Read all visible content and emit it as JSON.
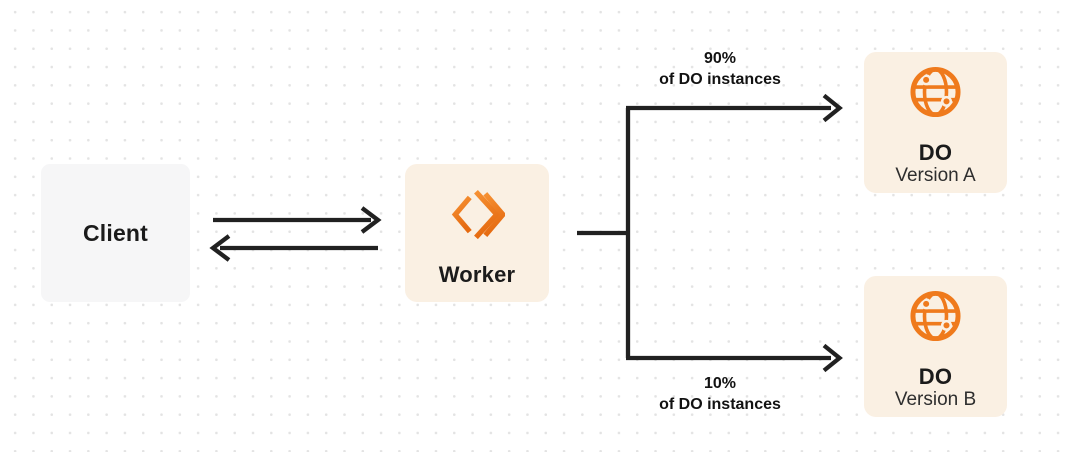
{
  "colors": {
    "orange": "#EF7A1C",
    "cream_box": "#FAF0E3",
    "client_box": "#F6F6F7",
    "line": "#212121",
    "text_dark": "#1B1B1B",
    "text_subtle": "#2E2E2E",
    "background": "#FFFFFF",
    "dot": "#E3E3E3"
  },
  "nodes": {
    "client": {
      "label": "Client"
    },
    "worker": {
      "label": "Worker",
      "icon": "cloudflare-workers-icon"
    },
    "do_version_a": {
      "title": "DO",
      "subtitle": "Version A",
      "icon": "globe-icon"
    },
    "do_version_b": {
      "title": "DO",
      "subtitle": "Version B",
      "icon": "globe-icon"
    }
  },
  "edges": {
    "to_version_a": {
      "percent": "90%",
      "caption": "of DO instances"
    },
    "to_version_b": {
      "percent": "10%",
      "caption": "of DO instances"
    }
  }
}
